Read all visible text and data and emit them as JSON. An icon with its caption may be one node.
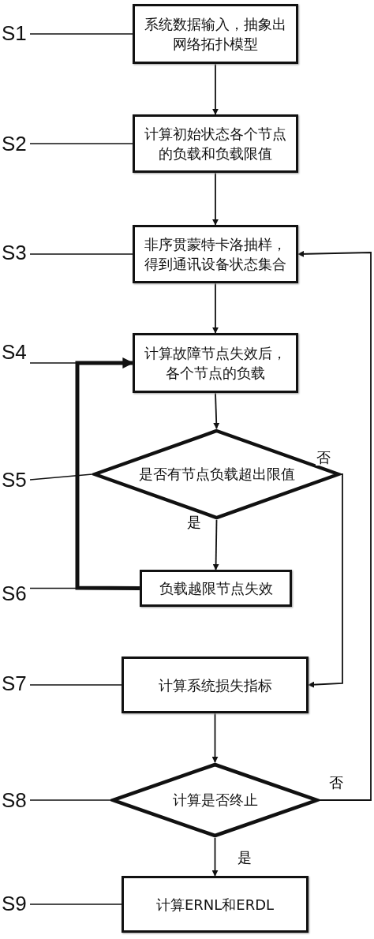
{
  "diagram": {
    "nodes": [
      {
        "text": [
          "系统数据输入，抽象出网络拓扑模型"
        ]
      },
      {
        "text": [
          "计算初始状态各个节点的负载和负载限值"
        ]
      },
      {
        "text": [
          "非序贯蒙特卡洛抽样，得到通讯设备状态集合"
        ]
      },
      {
        "text": [
          "计算故障节点失效后，各个节点的负载"
        ]
      },
      {
        "text": [
          "是否有节点负载超出限值"
        ]
      },
      {
        "text": [
          "负载越限节点失效"
        ]
      },
      {
        "text": [
          "计算系统损失指标"
        ]
      },
      {
        "text": [
          "计算是否终止"
        ]
      },
      {
        "text": [
          "计算ERNL和ERDL"
        ]
      },
      {
        "text": [
          "S1"
        ]
      },
      {
        "text": [
          "S2"
        ]
      },
      {
        "text": [
          "S3"
        ]
      },
      {
        "text": [
          "S4"
        ]
      },
      {
        "text": [
          "S5"
        ]
      },
      {
        "text": [
          "S6"
        ]
      },
      {
        "text": [
          "S7"
        ]
      },
      {
        "text": [
          "S8"
        ]
      },
      {
        "text": [
          "S9"
        ]
      }
    ],
    "edges": [
      {
        "from": 0,
        "to": 1,
        "arrow": "to"
      },
      {
        "from": 1,
        "to": 2,
        "arrow": "to"
      },
      {
        "from": 2,
        "to": 3,
        "arrow": "to"
      },
      {
        "from": 3,
        "to": 4,
        "arrow": "to"
      },
      {
        "from": 4,
        "to": 5,
        "arrow": "to",
        "label": "是"
      },
      {
        "from": 5,
        "to": 3,
        "arrow": "to",
        "style": "thick"
      },
      {
        "from": 4,
        "to": 6,
        "arrow": "to",
        "label": "否"
      },
      {
        "from": 6,
        "to": 7,
        "arrow": "to"
      },
      {
        "from": 7,
        "to": 8,
        "arrow": "to",
        "label": "是"
      },
      {
        "from": 7,
        "to": 2,
        "arrow": "to",
        "label": "否"
      },
      {
        "from": 9,
        "to": 0,
        "arrow": "none"
      },
      {
        "from": 10,
        "to": 1,
        "arrow": "none"
      },
      {
        "from": 11,
        "to": 2,
        "arrow": "none"
      },
      {
        "from": 12,
        "to": 3,
        "arrow": "none"
      },
      {
        "from": 13,
        "to": 4,
        "arrow": "none"
      },
      {
        "from": 14,
        "to": 5,
        "arrow": "none"
      },
      {
        "from": 15,
        "to": 6,
        "arrow": "none"
      },
      {
        "from": 16,
        "to": 7,
        "arrow": "none"
      },
      {
        "from": 17,
        "to": 8,
        "arrow": "none"
      }
    ]
  }
}
